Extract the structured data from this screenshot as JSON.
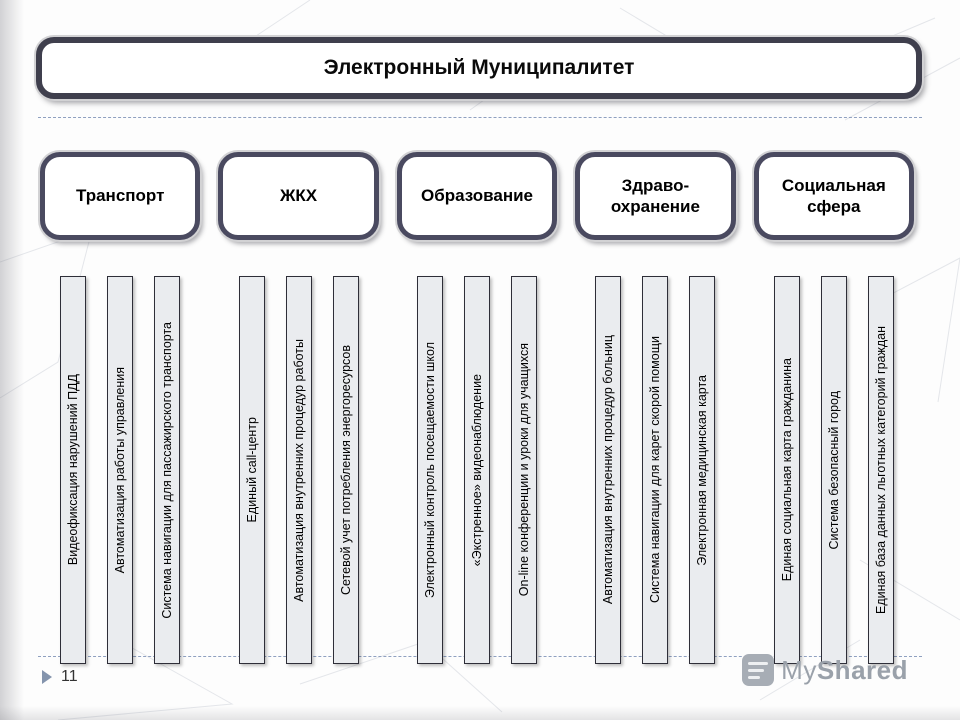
{
  "slide": {
    "title": "Электронный Муниципалитет",
    "page_number": "11"
  },
  "categories": [
    {
      "label": "Транспорт",
      "items": [
        "Видеофиксация нарушений ПДД",
        "Автоматизация работы управления",
        "Система навигации для пассажирского транспорта"
      ]
    },
    {
      "label": "ЖКХ",
      "items": [
        "Единый call-центр",
        "Автоматизация внутренних процедур работы",
        "Сетевой учет потребления энергоресурсов"
      ]
    },
    {
      "label": "Образование",
      "items": [
        "Электронный контроль посещаемости школ",
        "«Экстренное» видеонаблюдение",
        "On-line конференции и уроки для учащихся"
      ]
    },
    {
      "label": "Здраво-охранение",
      "items": [
        "Автоматизация внутренних процедур больниц",
        "Система навигации для карет скорой помощи",
        "Электронная медицинская карта"
      ]
    },
    {
      "label": "Социальная сфера",
      "items": [
        "Единая социальная карта гражданина",
        "Система безопасный город",
        "Единая база данных льготных категорий граждан"
      ]
    }
  ],
  "watermark": {
    "my": "My",
    "shared": "Shared"
  },
  "colors": {
    "box_border_dark": "#3f3f4d",
    "box_border": "#4a4a60",
    "bar_fill": "#eaecef",
    "bar_border": "#2e2e38",
    "dashed_line": "#8fa0c0",
    "watermark_gray": "#9aa1aa"
  }
}
